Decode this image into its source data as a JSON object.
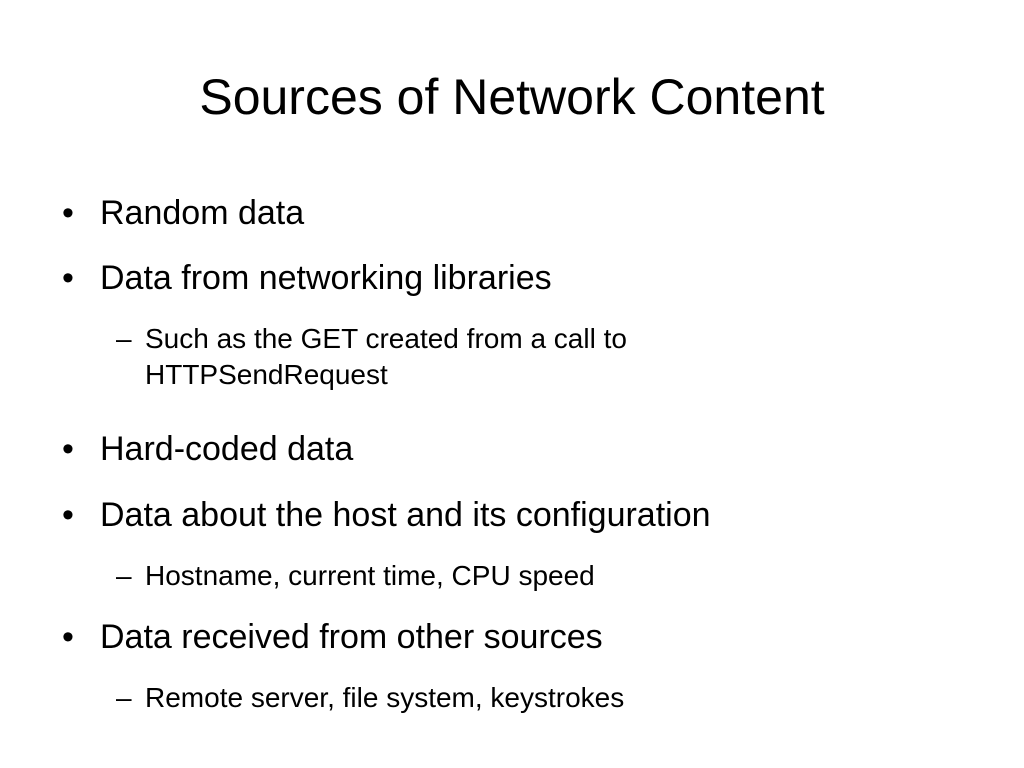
{
  "slide": {
    "title": "Sources of Network Content",
    "bullet_marker": "•",
    "sub_marker": "–",
    "items": [
      {
        "level": 1,
        "text": "Random data"
      },
      {
        "level": 1,
        "text": "Data from networking libraries"
      },
      {
        "level": 2,
        "text": "Such as the GET created from a call to HTTPSendRequest"
      },
      {
        "level": 1,
        "text": "Hard-coded data"
      },
      {
        "level": 1,
        "text": "Data about the host and its configuration"
      },
      {
        "level": 2,
        "text": "Hostname, current time, CPU speed"
      },
      {
        "level": 1,
        "text": "Data received from other sources"
      },
      {
        "level": 2,
        "text": "Remote server, file system, keystrokes"
      }
    ]
  }
}
